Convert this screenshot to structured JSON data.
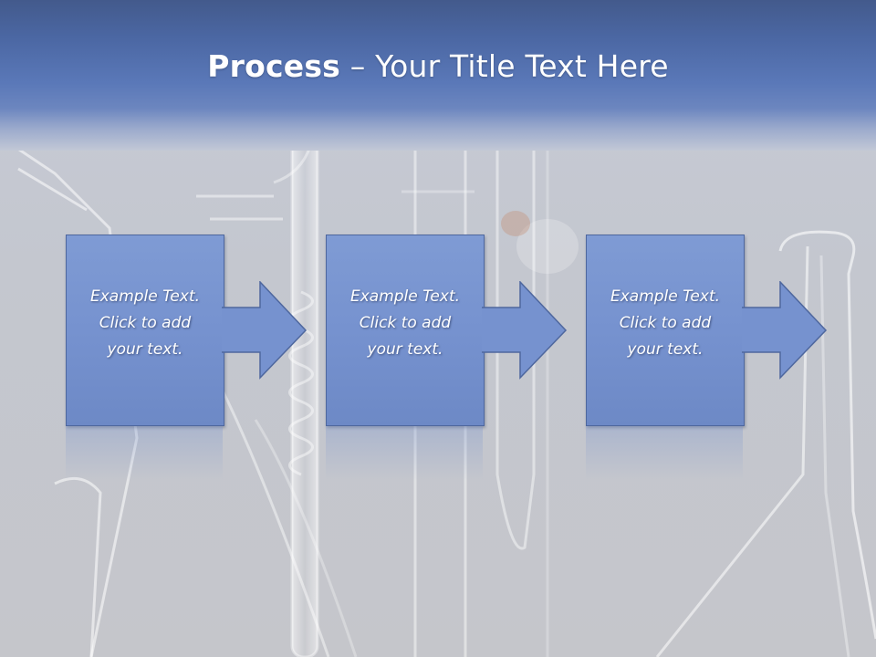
{
  "slide": {
    "title_bold": "Process",
    "title_rest": " – Your Title Text Here"
  },
  "steps": [
    {
      "line1": "Example Text.",
      "line2": "Click  to add",
      "line3": "your text."
    },
    {
      "line1": "Example Text.",
      "line2": "Click  to add",
      "line3": "your text."
    },
    {
      "line1": "Example Text.",
      "line2": "Click  to add",
      "line3": "your text."
    }
  ],
  "colors": {
    "box_fill": "#7692cf",
    "box_border": "#4e679e",
    "header": "#5a78b8",
    "text": "#ffffff"
  }
}
